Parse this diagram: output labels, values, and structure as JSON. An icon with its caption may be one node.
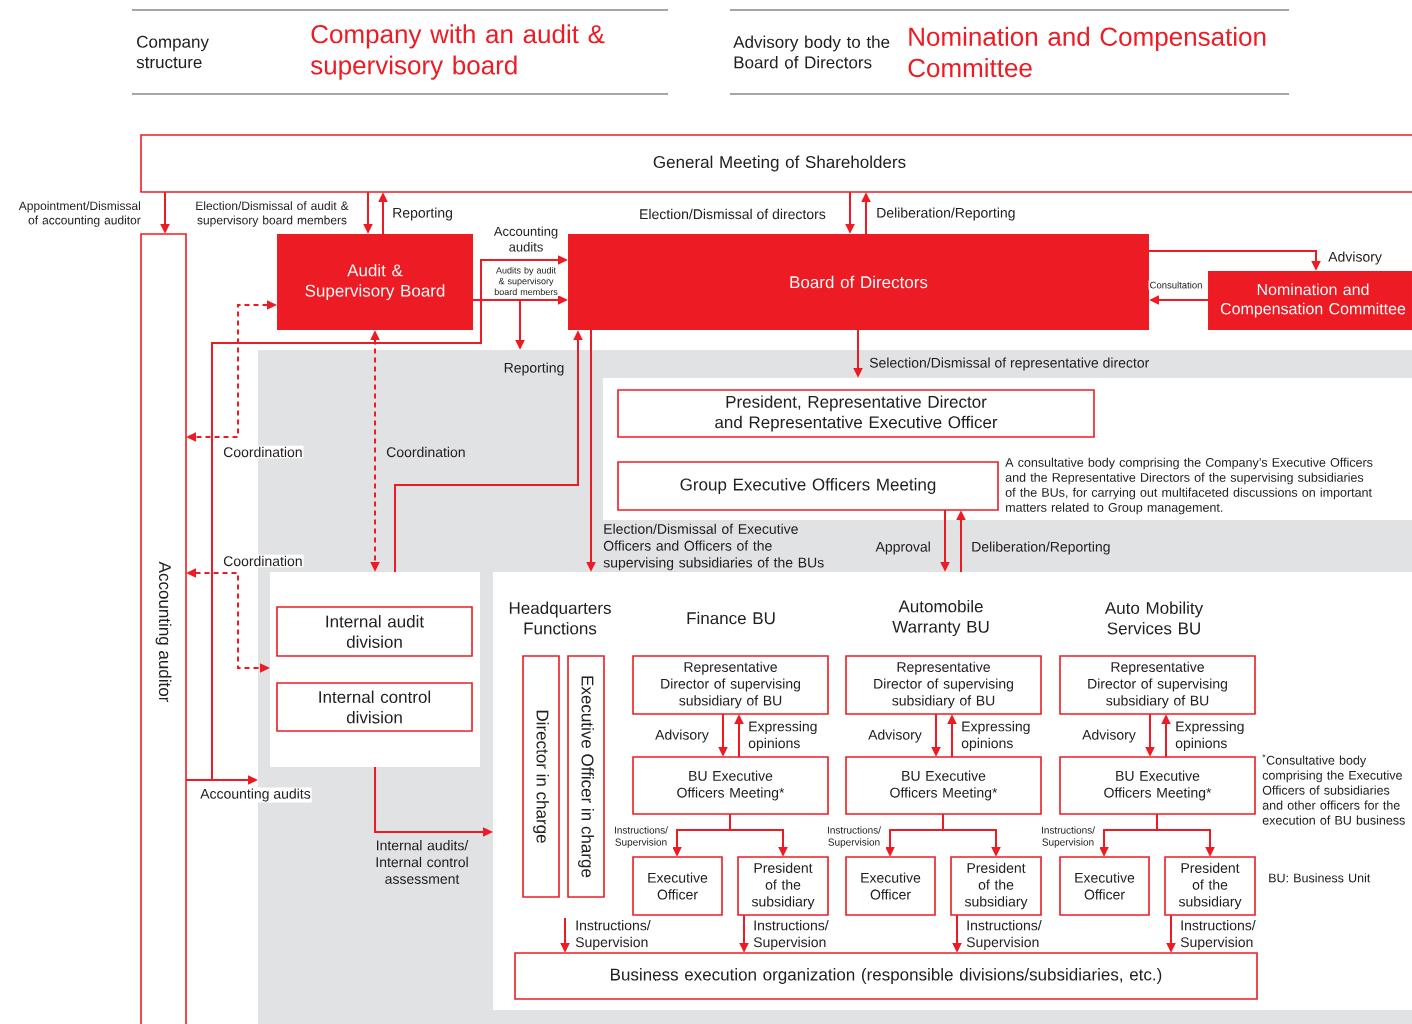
{
  "diagram": {
    "nodes": [
      {
        "text": [
          "General Meeting of Shareholders"
        ]
      },
      {
        "text": [
          "Accounting auditor"
        ]
      },
      {
        "text": [
          "Audit & Supervisory Board"
        ]
      },
      {
        "text": [
          "Board of Directors"
        ]
      },
      {
        "text": [
          "Nomination and Compensation Committee"
        ]
      },
      {
        "text": [],
        "shape": "box"
      },
      {
        "text": [],
        "shape": "box",
        "in": 5
      },
      {
        "text": [
          "President, Representative Director and Representative Executive Officer"
        ],
        "in": 6
      },
      {
        "text": [
          "Group Executive Officers Meeting"
        ],
        "in": 6,
        "beside": [
          "A consultative body comprising the Company’s Executive Officers and the Representative Directors of the supervising subsidiaries of the BUs, for carrying out multifaceted discussions on important matters related to Group management."
        ]
      },
      {
        "text": [],
        "shape": "box",
        "in": 5
      },
      {
        "text": [
          "Internal audit division"
        ],
        "in": 9
      },
      {
        "text": [
          "Internal control division"
        ],
        "in": 9
      },
      {
        "text": [
          "Headquarters Functions",
          "Finance BU",
          "Automobile Warranty BU",
          "Auto Mobility Services BU"
        ],
        "in": 5
      },
      {
        "text": [
          "Director in charge"
        ],
        "in": 12
      },
      {
        "text": [
          "Executive Officer in charge"
        ],
        "in": 12
      },
      {
        "text": [
          "Representative Director of supervising subsidiary of BU"
        ],
        "in": 12
      },
      {
        "text": [
          "BU Executive Officers Meeting*"
        ],
        "in": 12
      },
      {
        "text": [
          "Executive Officer"
        ],
        "in": 12
      },
      {
        "text": [
          "President of the subsidiary"
        ],
        "in": 12
      },
      {
        "text": [
          "Representative Director of supervising subsidiary of BU"
        ],
        "in": 12
      },
      {
        "text": [
          "BU Executive Officers Meeting*"
        ],
        "in": 12
      },
      {
        "text": [
          "Executive Officer"
        ],
        "in": 12
      },
      {
        "text": [
          "President of the subsidiary"
        ],
        "in": 12
      },
      {
        "text": [
          "Representative Director of supervising subsidiary of BU"
        ],
        "in": 12
      },
      {
        "text": [
          "BU Executive Officers Meeting*"
        ],
        "in": 12
      },
      {
        "text": [
          "Executive Officer"
        ],
        "in": 12
      },
      {
        "text": [
          "President of the subsidiary"
        ],
        "in": 12
      },
      {
        "text": [
          "Business execution organization (responsible divisions/subsidiaries, etc.)"
        ],
        "in": 12
      }
    ],
    "edges": [
      {
        "from": 0,
        "to": 1,
        "arrow": "to",
        "label": "Appointment/Dismissal of accounting auditor"
      },
      {
        "from": 0,
        "to": 2,
        "arrow": "to",
        "label": "Election/Dismissal of audit & supervisory board members"
      },
      {
        "from": 2,
        "to": 0,
        "arrow": "to",
        "label": "Reporting"
      },
      {
        "from": 0,
        "to": 3,
        "arrow": "to",
        "label": "Election/Dismissal of directors"
      },
      {
        "from": 3,
        "to": 0,
        "arrow": "to",
        "label": "Deliberation/Reporting"
      },
      {
        "from": 1,
        "to": 3,
        "arrow": "to",
        "label": "Accounting audits"
      },
      {
        "from": 2,
        "to": 3,
        "arrow": "to",
        "label": "Audits by audit & supervisory board members"
      },
      {
        "from": 2,
        "to": 5,
        "arrow": "to"
      },
      {
        "from": 9,
        "to": 3,
        "arrow": "to",
        "label": "Reporting"
      },
      {
        "from": 2,
        "to": 9,
        "arrow": "both",
        "style": "dashed",
        "label": "Coordination"
      },
      {
        "from": 2,
        "to": 1,
        "arrow": "both",
        "style": "dashed",
        "label": "Coordination"
      },
      {
        "from": 1,
        "to": 9,
        "arrow": "both",
        "style": "dashed",
        "label": "Coordination"
      },
      {
        "from": 3,
        "to": 12,
        "arrow": "to",
        "label": "Election/Dismissal of Executive Officers and Officers of the supervising subsidiaries of the BUs"
      },
      {
        "from": 3,
        "to": 6,
        "arrow": "to",
        "label": "Selection/Dismissal of representative director"
      },
      {
        "from": 8,
        "to": 12,
        "arrow": "to",
        "label": "Approval"
      },
      {
        "from": 12,
        "to": 8,
        "arrow": "to",
        "label": "Deliberation/Reporting"
      },
      {
        "from": 3,
        "to": 4,
        "arrow": "to",
        "label": "Advisory"
      },
      {
        "from": 4,
        "to": 3,
        "arrow": "to",
        "label": "Consultation"
      },
      {
        "from": 9,
        "to": 12,
        "arrow": "to",
        "label": "Internal audits/ Internal control assessment"
      },
      {
        "from": 1,
        "to": 5,
        "arrow": "to",
        "label": "Accounting audits"
      },
      {
        "from": 15,
        "to": 16,
        "arrow": "to",
        "label": "Advisory"
      },
      {
        "from": 16,
        "to": 15,
        "arrow": "to",
        "label": "Expressing opinions"
      },
      {
        "from": 16,
        "to": 17,
        "arrow": "to",
        "label": "Instructions/ Supervision"
      },
      {
        "from": 16,
        "to": 18,
        "arrow": "to"
      },
      {
        "from": 19,
        "to": 20,
        "arrow": "to",
        "label": "Advisory"
      },
      {
        "from": 20,
        "to": 19,
        "arrow": "to",
        "label": "Expressing opinions"
      },
      {
        "from": 20,
        "to": 21,
        "arrow": "to",
        "label": "Instructions/ Supervision"
      },
      {
        "from": 20,
        "to": 22,
        "arrow": "to"
      },
      {
        "from": 23,
        "to": 24,
        "arrow": "to",
        "label": "Advisory"
      },
      {
        "from": 24,
        "to": 23,
        "arrow": "to",
        "label": "Expressing opinions"
      },
      {
        "from": 24,
        "to": 25,
        "arrow": "to",
        "label": "Instructions/ Supervision"
      },
      {
        "from": 24,
        "to": 26,
        "arrow": "to"
      },
      {
        "from": null,
        "to": 27,
        "arrow": "to",
        "label": "Instructions/ Supervision"
      },
      {
        "from": 18,
        "to": 27,
        "arrow": "to",
        "label": "Instructions/ Supervision"
      },
      {
        "from": 22,
        "to": 27,
        "arrow": "to",
        "label": "Instructions/ Supervision"
      },
      {
        "from": 26,
        "to": 27,
        "arrow": "to",
        "label": "Instructions/ Supervision"
      }
    ],
    "labels": [
      "Company structure",
      "Company with an audit & supervisory board",
      "Advisory body to the Board of Directors",
      "Nomination and Compensation Committee",
      "$^{*}$Consultative body comprising the Executive Officers of subsidiaries and other officers for the execution of BU business",
      "BU: Business Unit"
    ]
  }
}
